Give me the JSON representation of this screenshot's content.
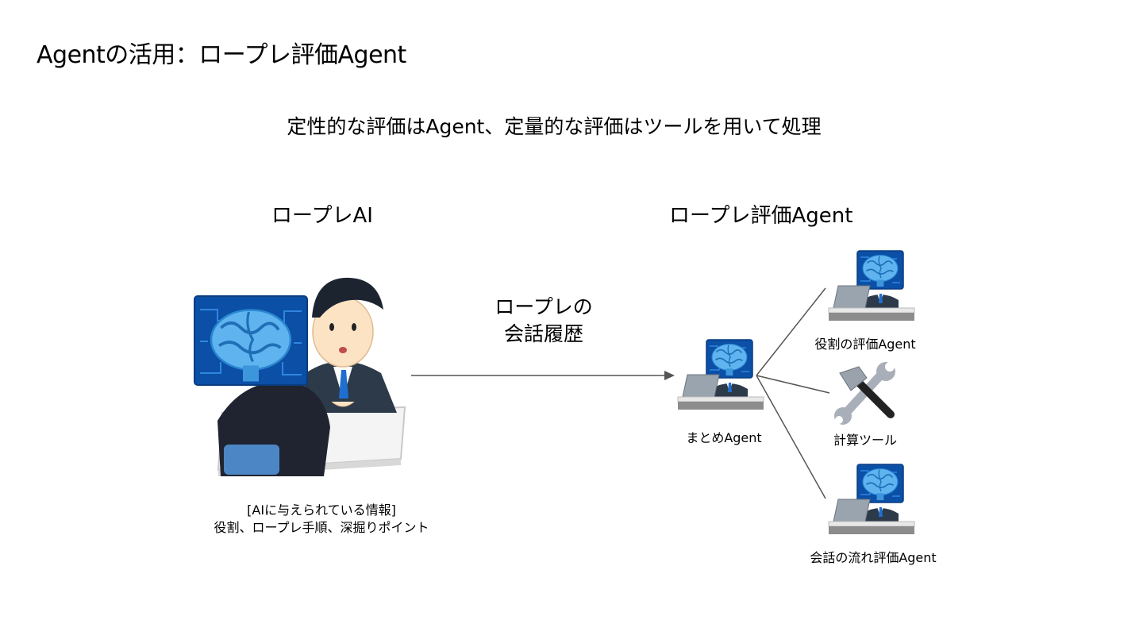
{
  "slide": {
    "title": "Agentの活用：ロープレ評価Agent",
    "subtitle": "定性的な評価はAgent、定量的な評価はツールを用いて処理"
  },
  "left": {
    "heading": "ロープレAI",
    "info_line1": "[AIに与えられている情報]",
    "info_line2": "役割、ロープレ手順、深掘りポイント"
  },
  "flow": {
    "label_line1": "ロープレの",
    "label_line2": "会話履歴"
  },
  "right": {
    "heading": "ロープレ評価Agent",
    "summary_agent": "まとめAgent",
    "role_eval_agent": "役割の評価Agent",
    "calc_tool": "計算ツール",
    "flow_eval_agent": "会話の流れ評価Agent"
  },
  "colors": {
    "screen_blue": "#0b4fa6",
    "brain_blue": "#5fb4f0",
    "suit_dark": "#2d3a4a",
    "tie_blue": "#1f6fd1",
    "line_gray": "#555555"
  }
}
